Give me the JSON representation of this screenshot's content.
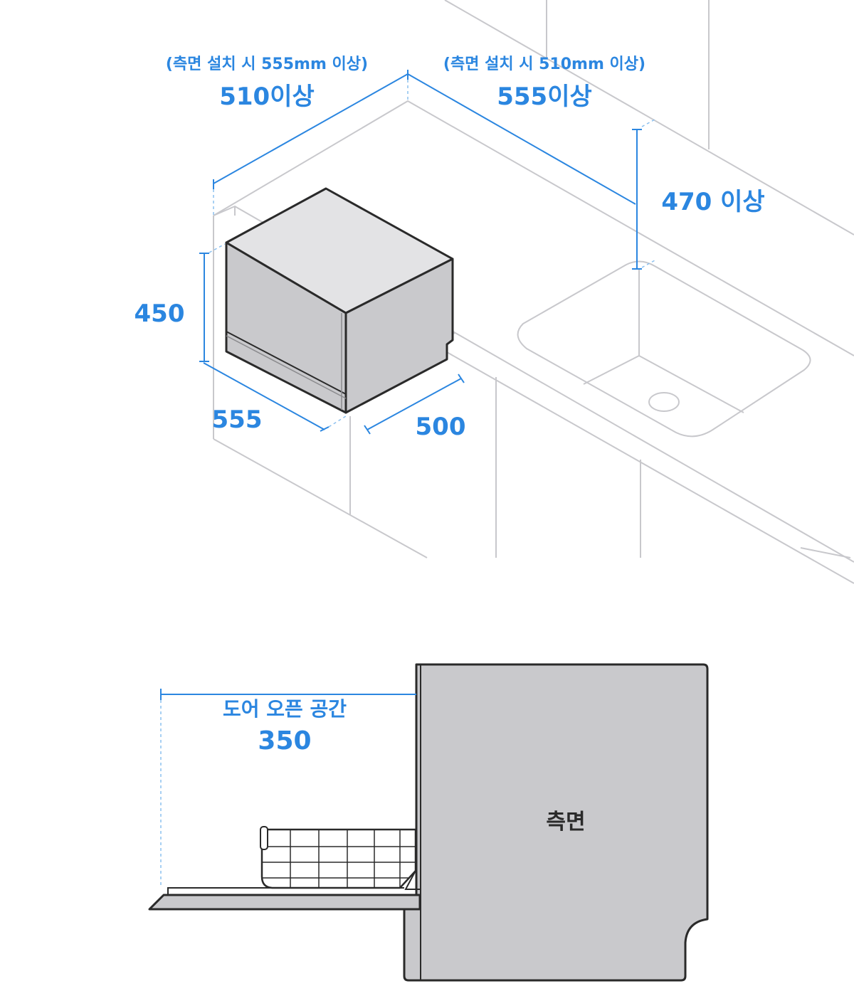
{
  "top_view": {
    "left_side_note": "(측면 설치 시 555mm 이상)",
    "left_clearance": "510이상",
    "right_side_note": "(측면 설치 시 510mm 이상)",
    "right_clearance": "555이상",
    "top_clearance": "470 이상",
    "height": "450",
    "width": "555",
    "depth": "500"
  },
  "side_view": {
    "door_open_label": "도어 오픈 공간",
    "door_open_value": "350",
    "side_label": "측면"
  },
  "colors": {
    "accent": "#2b86e0",
    "appliance_body": "#c9c9cc",
    "appliance_top": "#e3e3e5",
    "counter_line": "#c8c8cc",
    "outline": "#2a2a2a"
  }
}
